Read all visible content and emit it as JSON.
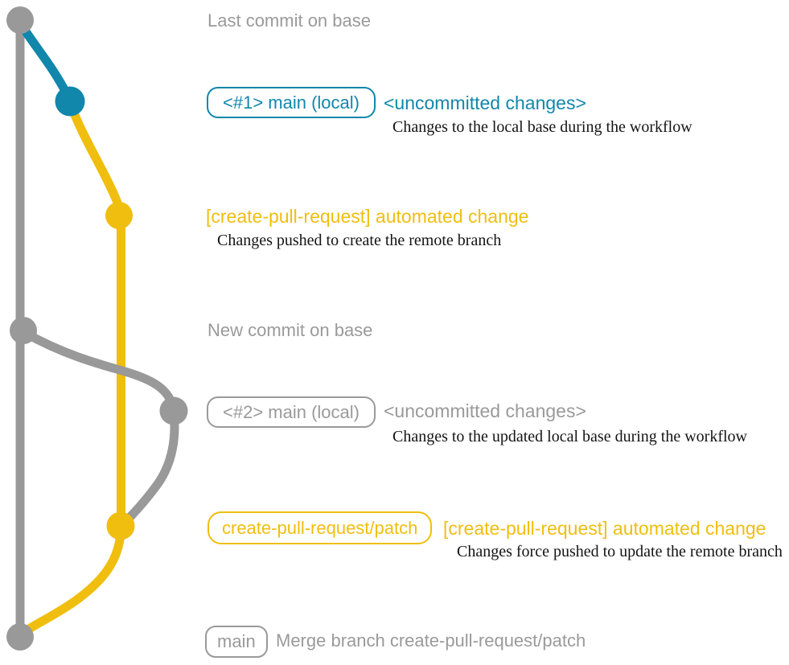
{
  "colors": {
    "gray": "#999999",
    "gray_text": "#9A9A9A",
    "blue": "#1187AB",
    "yellow": "#F0BE0F",
    "ink": "#141414",
    "background": "#FFFFFF"
  },
  "graph": {
    "description": "Git graph of create-pull-request workflow",
    "commits": [
      {
        "name": "last-commit-on-base",
        "color": "gray"
      },
      {
        "name": "uncommitted-changes-1",
        "color": "blue"
      },
      {
        "name": "automated-change-1",
        "color": "yellow"
      },
      {
        "name": "new-commit-on-base",
        "color": "gray"
      },
      {
        "name": "uncommitted-changes-2",
        "color": "gray"
      },
      {
        "name": "automated-change-2",
        "color": "yellow"
      },
      {
        "name": "merge-commit",
        "color": "gray"
      }
    ]
  },
  "labels": {
    "last_commit": "Last commit on base",
    "new_commit": "New commit on base",
    "row1": {
      "badge": "<#1> main (local)",
      "note": "<uncommitted changes>",
      "description": "Changes to the local base during the workflow"
    },
    "row2": {
      "title": "[create-pull-request] automated change",
      "description": "Changes pushed to create the remote branch"
    },
    "row4": {
      "badge": "<#2> main (local)",
      "note": "<uncommitted changes>",
      "description": "Changes to the updated local base during the workflow"
    },
    "row5": {
      "badge": "create-pull-request/patch",
      "title": "[create-pull-request] automated change",
      "description": "Changes force pushed to update the remote branch"
    },
    "row6": {
      "badge": "main",
      "title": "Merge branch create-pull-request/patch"
    }
  }
}
